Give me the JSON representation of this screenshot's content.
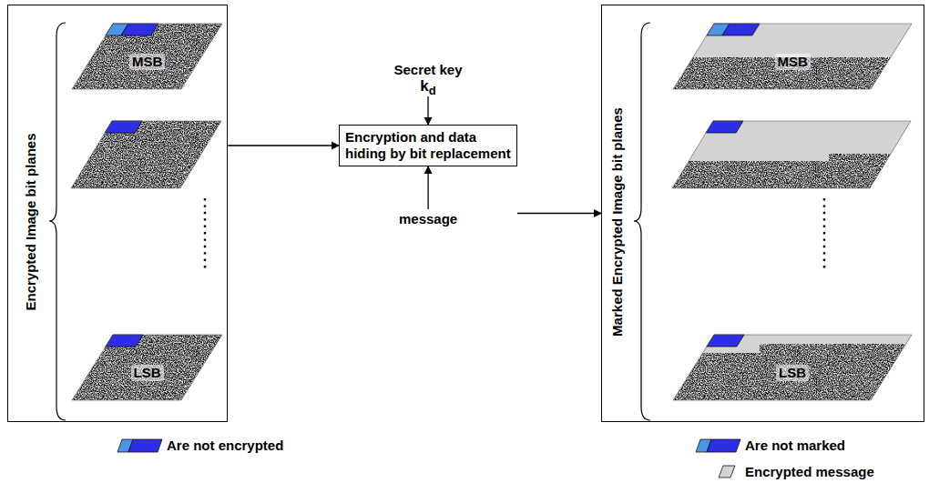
{
  "diagram": {
    "nodes": [
      {
        "text": [
          "Encrypted Image bit planes"
        ]
      },
      {
        "text": [
          "MSB"
        ],
        "in": 0
      },
      {
        "text": [
          "LSB"
        ],
        "in": 0
      },
      {
        "text": [
          "Secret key",
          "k",
          "d"
        ]
      },
      {
        "text": [
          "Encryption and data hiding by bit replacement"
        ]
      },
      {
        "text": [
          "message"
        ]
      },
      {
        "text": [
          "Marked Encrypted Image bit planes"
        ]
      },
      {
        "text": [
          "MSB"
        ],
        "in": 6
      },
      {
        "text": [
          "LSB"
        ],
        "in": 6
      }
    ],
    "edges": [
      {
        "from": 0,
        "to": 4,
        "arrow": "to"
      },
      {
        "from": 3,
        "to": 4,
        "arrow": "to"
      },
      {
        "from": 5,
        "to": 4,
        "arrow": "to"
      },
      {
        "from": 4,
        "to": 6,
        "arrow": "to"
      }
    ],
    "legend": [
      {
        "text": "Are not encrypted",
        "color": "#2e2ee8"
      },
      {
        "text": "Are not marked",
        "color": "#2e2ee8"
      },
      {
        "text": "Encrypted message",
        "color": "#d3d3d3"
      }
    ]
  }
}
